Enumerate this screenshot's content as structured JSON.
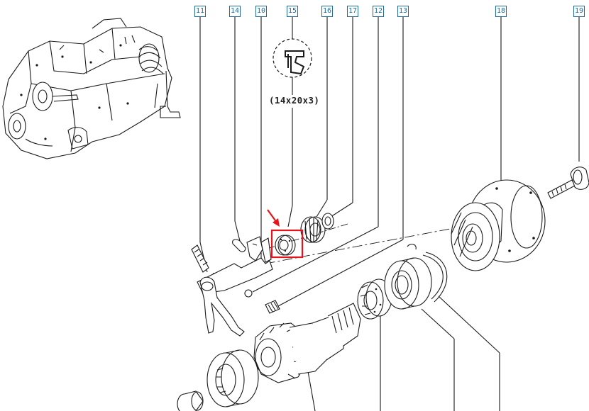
{
  "diagram": {
    "reference_numbers": [
      {
        "id": "11",
        "label": "11"
      },
      {
        "id": "14",
        "label": "14"
      },
      {
        "id": "10",
        "label": "10"
      },
      {
        "id": "15",
        "label": "15"
      },
      {
        "id": "16",
        "label": "16"
      },
      {
        "id": "17",
        "label": "17"
      },
      {
        "id": "12",
        "label": "12"
      },
      {
        "id": "13",
        "label": "13"
      },
      {
        "id": "18",
        "label": "18"
      },
      {
        "id": "19",
        "label": "19"
      }
    ],
    "seal_dimension": "(14x20x3)",
    "highlight_color": "#e8141b",
    "callout_color": "#1e6b9c"
  }
}
